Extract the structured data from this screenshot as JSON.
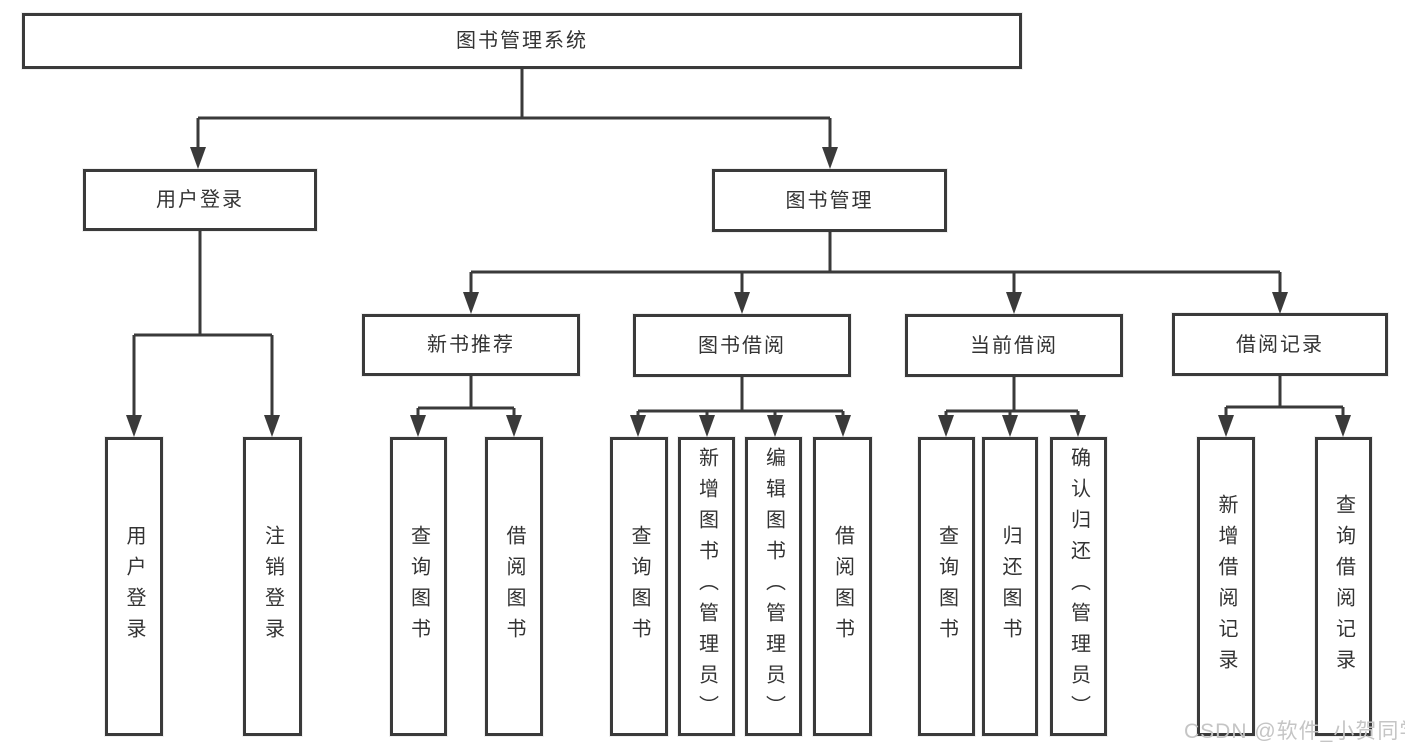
{
  "root": {
    "label": "图书管理系统"
  },
  "level2": [
    {
      "label": "用户登录"
    },
    {
      "label": "图书管理"
    }
  ],
  "level3": [
    {
      "label": "新书推荐"
    },
    {
      "label": "图书借阅"
    },
    {
      "label": "当前借阅"
    },
    {
      "label": "借阅记录"
    }
  ],
  "level4": {
    "user_login": [
      {
        "label": "用户登录"
      },
      {
        "label": "注销登录"
      }
    ],
    "new_book": [
      {
        "label": "查询图书"
      },
      {
        "label": "借阅图书"
      }
    ],
    "book_borrow": [
      {
        "label": "查询图书"
      },
      {
        "label": "新增图书（管理员）"
      },
      {
        "label": "编辑图书（管理员）"
      },
      {
        "label": "借阅图书"
      }
    ],
    "current_borrow": [
      {
        "label": "查询图书"
      },
      {
        "label": "归还图书"
      },
      {
        "label": "确认归还（管理员）"
      }
    ],
    "borrow_record": [
      {
        "label": "新增借阅记录"
      },
      {
        "label": "查询借阅记录"
      }
    ]
  },
  "watermark": {
    "text": "CSDN @软件_小贺同学"
  },
  "colors": {
    "line": "#3a3a3a",
    "box_border": "#3a3a3a",
    "text": "#333333",
    "watermark": "#c5c5c5",
    "background": "#ffffff"
  }
}
